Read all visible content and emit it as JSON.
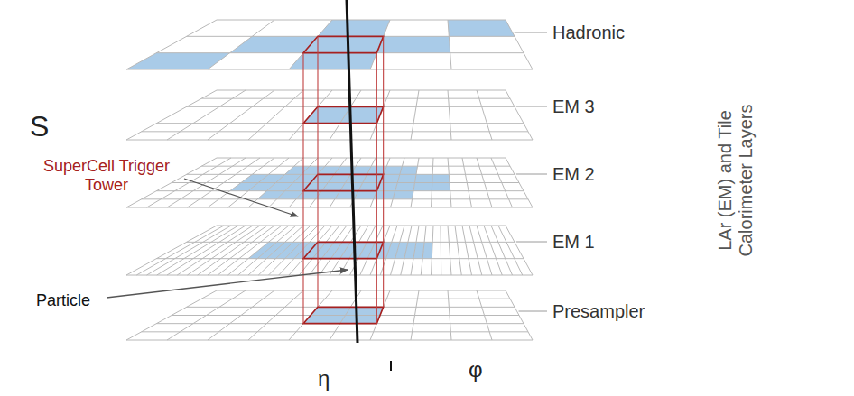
{
  "diagram": {
    "labels": [
      "S",
      "Hadronic",
      "EM 3",
      "EM 2",
      "EM 1",
      "Presampler",
      "SuperCell Trigger Tower",
      "Particle",
      "η",
      "φ",
      "LAr (EM) and Tile Calorimeter Layers"
    ]
  }
}
